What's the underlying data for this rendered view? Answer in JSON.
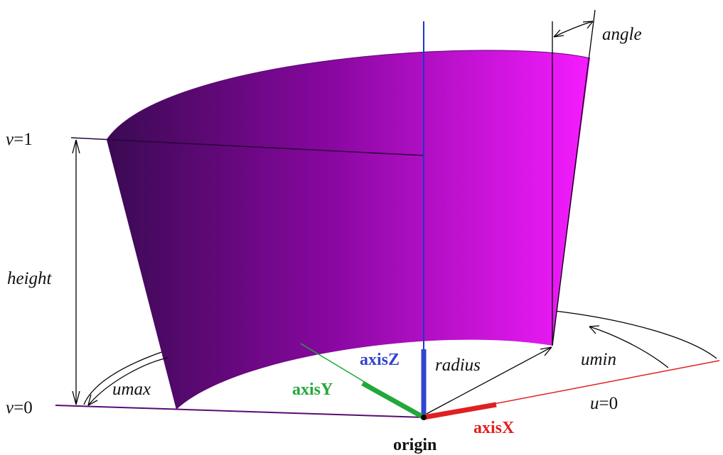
{
  "colors": {
    "surface_dark": "#3a0a52",
    "surface_mid": "#9a0db8",
    "surface_light": "#f51cff",
    "axis_x": "#e02020",
    "axis_y": "#22a83a",
    "axis_z": "#2233cc",
    "edge": "#4a1060",
    "dimension": "#000000"
  },
  "labels": {
    "angle": "angle",
    "height": "height",
    "radius": "radius",
    "umin": "umin",
    "umax": "umax",
    "v1_var": "v",
    "v1_val": "=1",
    "v0_var": "v",
    "v0_val": "=0",
    "u0_var": "u",
    "u0_val": "=0",
    "axisX": "axisX",
    "axisY": "axisY",
    "axisZ": "axisZ",
    "origin": "origin"
  }
}
